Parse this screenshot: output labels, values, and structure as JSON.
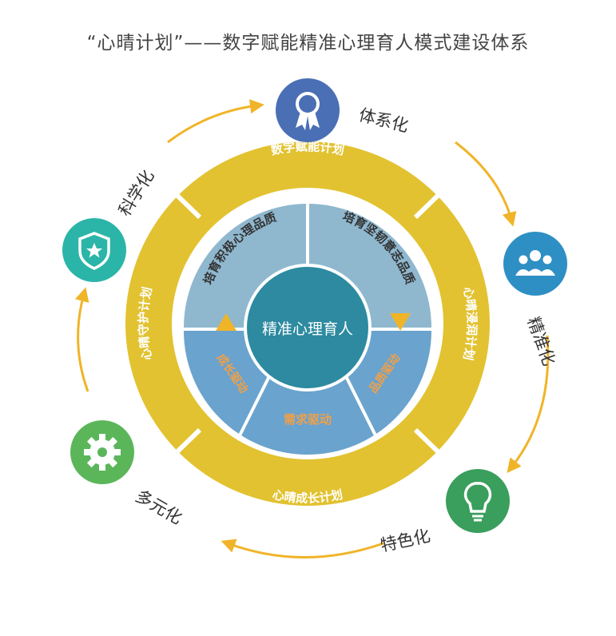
{
  "title": "“心晴计划”——数字赋能精准心理育人模式建设体系",
  "center": "精准心理育人",
  "inner_segments": {
    "top_left": "培育积极心理品质",
    "top_right": "培育坚韧意志品质",
    "bottom_left": "成长驱动",
    "bottom_middle": "需求驱动",
    "bottom_right": "品质驱动"
  },
  "outer_ring": {
    "top": "数字赋能计划",
    "right": "心晴浸润计划",
    "bottom": "心晴成长计划",
    "left": "心晴守护计划"
  },
  "features": [
    {
      "label": "体系化",
      "icon": "award-ribbon-icon",
      "color": "#4a6fb5"
    },
    {
      "label": "精准化",
      "icon": "people-group-icon",
      "color": "#2e8fc4"
    },
    {
      "label": "特色化",
      "icon": "lightbulb-icon",
      "color": "#3a9e5c"
    },
    {
      "label": "多元化",
      "icon": "gear-icon",
      "color": "#5bb65a"
    },
    {
      "label": "科学化",
      "icon": "shield-star-icon",
      "color": "#2bb5a8"
    }
  ],
  "colors": {
    "outer_ring": "#e2c230",
    "inner_top": "#8fb8cf",
    "inner_bottom": "#6aa3cd",
    "center": "#2d8aa0",
    "arrow": "#f0b428",
    "drive_text": "#f0a048",
    "ring_text": "#ffffff"
  }
}
